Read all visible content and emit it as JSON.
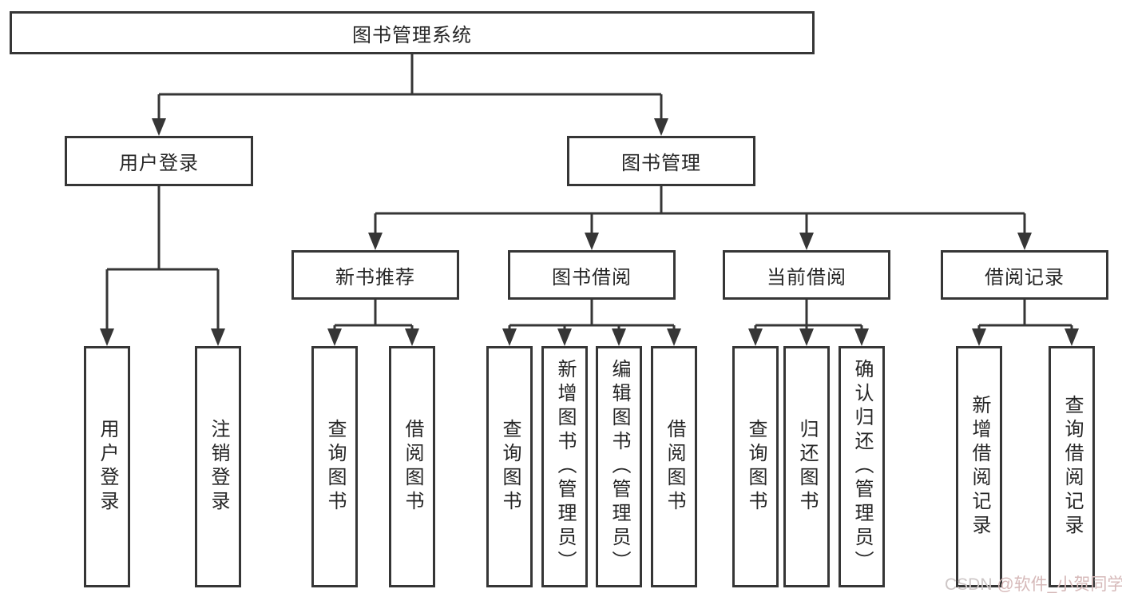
{
  "diagram": {
    "root": {
      "label": "图书管理系统"
    },
    "level2": [
      {
        "label": "用户登录"
      },
      {
        "label": "图书管理"
      }
    ],
    "level3": [
      {
        "label": "新书推荐"
      },
      {
        "label": "图书借阅"
      },
      {
        "label": "当前借阅"
      },
      {
        "label": "借阅记录"
      }
    ],
    "leaves": {
      "user_login": [
        "用户登录",
        "注销登录"
      ],
      "new_book_rec": [
        "查询图书",
        "借阅图书"
      ],
      "book_borrow": [
        "查询图书",
        "新增图书（管理员）",
        "编辑图书（管理员）",
        "借阅图书"
      ],
      "current_borrow": [
        "查询图书",
        "归还图书",
        "确认归还（管理员）"
      ],
      "borrow_record": [
        "新增借阅记录",
        "查询借阅记录"
      ]
    },
    "colors": {
      "line": "#363636",
      "text": "#262626",
      "background": "#ffffff",
      "watermark_gray": "#cdc6c6",
      "watermark_pink": "#d6b9b9"
    }
  },
  "watermark": {
    "prefix": "CSDN ",
    "user": "@软件_小贺同学"
  }
}
